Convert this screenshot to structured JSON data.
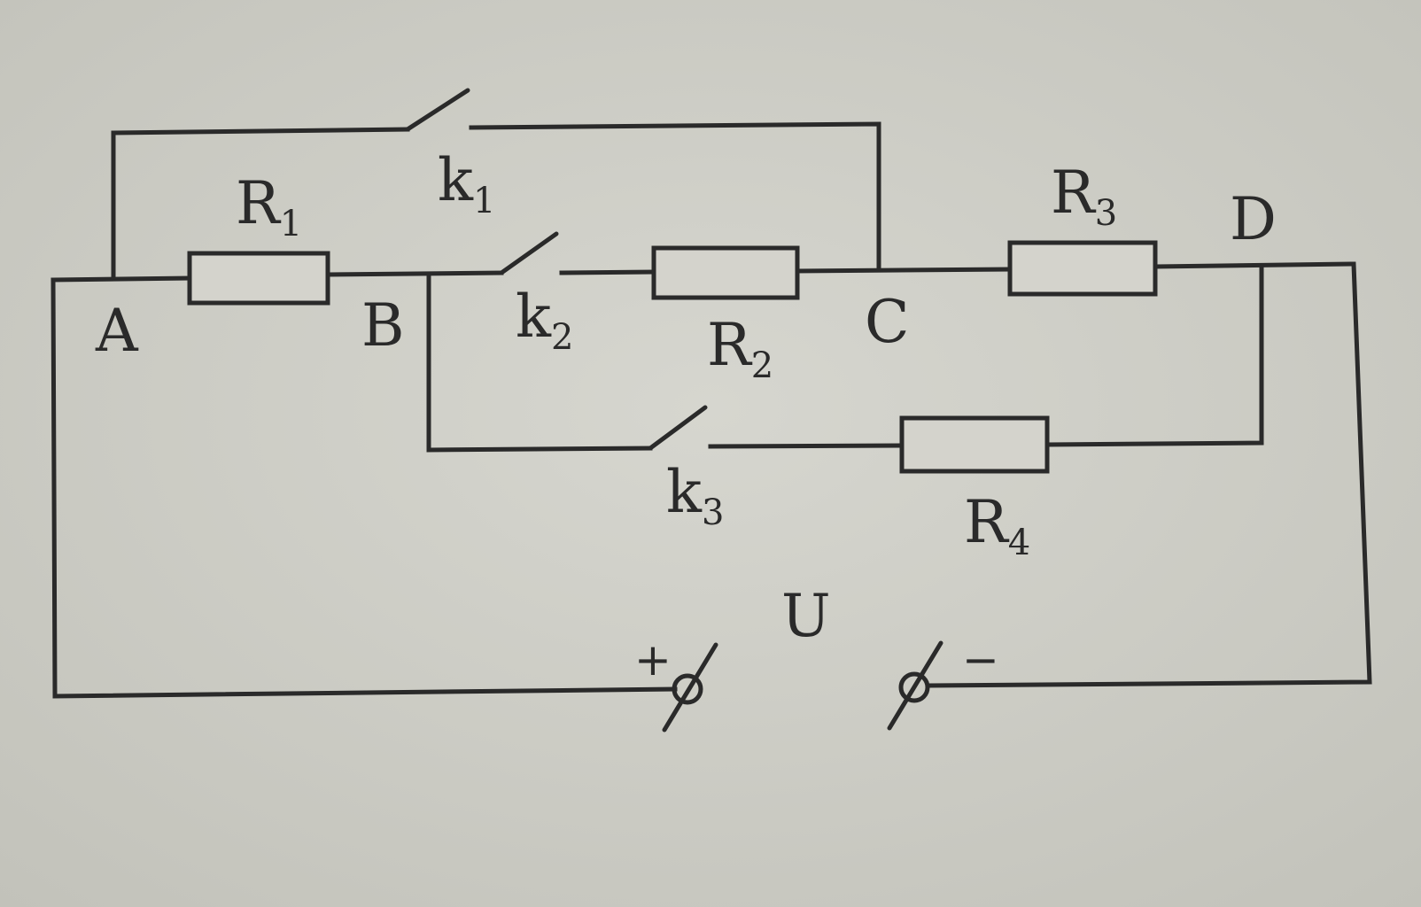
{
  "nodes": {
    "a": "A",
    "b": "B",
    "c": "C",
    "d": "D"
  },
  "resistors": [
    {
      "letter": "R",
      "index": "1"
    },
    {
      "letter": "R",
      "index": "2"
    },
    {
      "letter": "R",
      "index": "3"
    },
    {
      "letter": "R",
      "index": "4"
    }
  ],
  "switches": [
    {
      "letter": "k",
      "index": "1"
    },
    {
      "letter": "k",
      "index": "2"
    },
    {
      "letter": "k",
      "index": "3"
    }
  ],
  "source": {
    "label": "U",
    "plus": "+",
    "minus": "−"
  }
}
